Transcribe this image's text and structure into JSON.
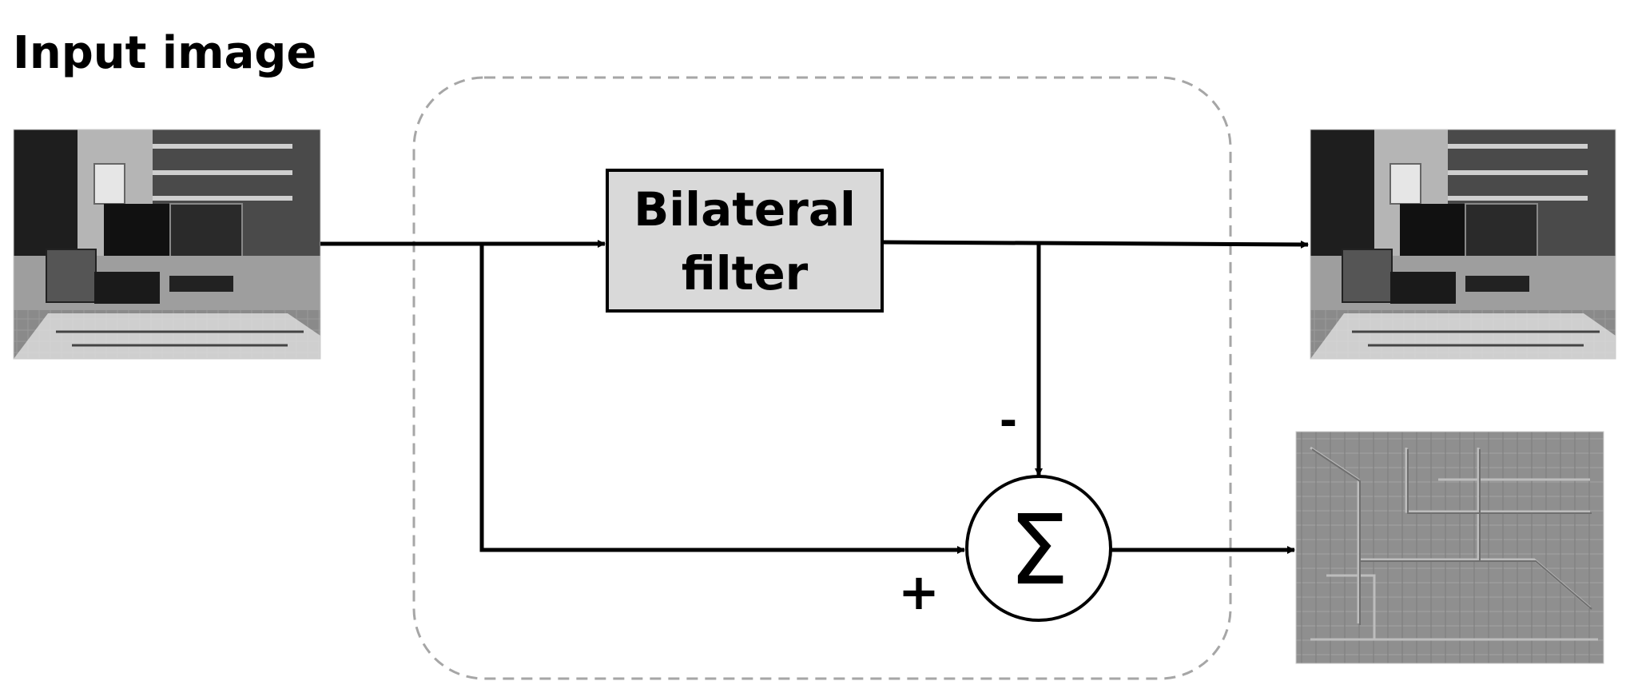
{
  "title": "Input image",
  "filter_block": {
    "line1": "Bilateral",
    "line2": "filter"
  },
  "summer": {
    "symbol": "Σ",
    "minus_sign": "-",
    "plus_sign": "+"
  },
  "images": {
    "input": "photo-grayscale-office-desk",
    "filtered_output": "photo-grayscale-office-desk-smoothed",
    "detail_output": "photo-detail-layer-edges"
  },
  "colors": {
    "box_fill": "#d9d9d9",
    "stroke": "#000000",
    "dashed": "#a6a6a6"
  }
}
